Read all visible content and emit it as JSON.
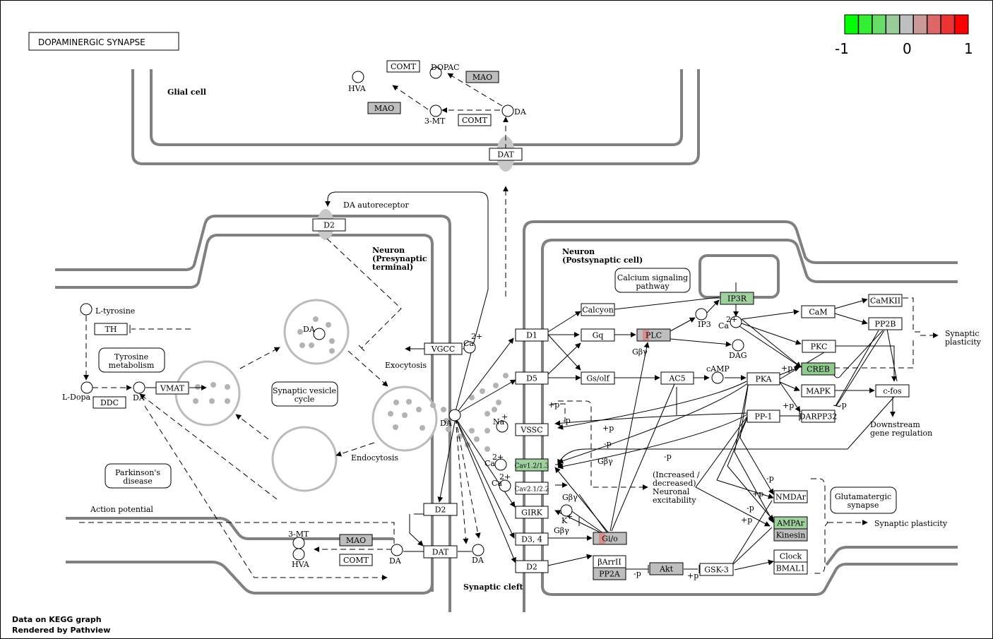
{
  "title": "DOPAMINERGIC SYNAPSE",
  "footer": [
    "Data on KEGG graph",
    "Rendered by Pathview"
  ],
  "legend": {
    "labels": [
      "-1",
      "0",
      "1"
    ],
    "colors": [
      "#00ff00",
      "#33ee33",
      "#66dd66",
      "#99cc99",
      "#bfbfbf",
      "#cc9999",
      "#dd6666",
      "#ee3333",
      "#ff0000"
    ]
  },
  "colors": {
    "gray_gene": "#bebebe",
    "green_gene": "#9ed19e",
    "green_mid": "#8fca8f",
    "red_gene": "#d88d8d",
    "white_gene": "#ffffff",
    "membrane": "#808080",
    "vesicle_dot": "#b3b3b3"
  },
  "regions": {
    "glial": "Glial cell",
    "pre_title": [
      "Neuron",
      "(Presynaptic",
      "terminal)"
    ],
    "post_title": [
      "Neuron",
      "(Postsynaptic cell)"
    ],
    "cleft": "Synaptic cleft"
  },
  "labels": {
    "hva": "HVA",
    "dopac": "DOPAC",
    "da": "DA",
    "mt3": "3-MT",
    "autoreceptor": "DA autoreceptor",
    "ltyrosine": "L-tyrosine",
    "ldopa": "L-Dopa",
    "exocytosis": "Exocytosis",
    "endocytosis": "Endocytosis",
    "action_potential": "Action potential",
    "ca2": "Ca",
    "sup2": "2+",
    "ip3": "IP3",
    "dag": "DAG",
    "camp": "cAMP",
    "na": "Na",
    "supplus": "+",
    "k": "K",
    "gby": "Gβγ",
    "plus_p": "+p",
    "minus_p": "-p",
    "increased": [
      "(Increased /",
      "decreased)",
      "Neuronal",
      "excitability"
    ],
    "synaptic_plasticity": [
      "Synaptic",
      "plasticity"
    ],
    "synaptic_plasticity2": "Synaptic plasticity",
    "downstream": [
      "Downstream",
      "gene regulation"
    ]
  },
  "pathways": {
    "tyrosine": [
      "Tyrosine",
      "metabolism"
    ],
    "vesicle": [
      "Synaptic vesicle",
      "cycle"
    ],
    "parkinson": [
      "Parkinson's",
      "disease"
    ],
    "calcium": [
      "Calcium signaling",
      "pathway"
    ],
    "glutamatergic": [
      "Glutamatergic",
      "synapse"
    ]
  },
  "genes": {
    "comt_glia": "COMT",
    "mao_glia1": "MAO",
    "mao_glia2": "MAO",
    "comt_glia2": "COMT",
    "dat_top": "DAT",
    "d2_auto": "D2",
    "th": "TH",
    "ddc": "DDC",
    "vmat": "VMAT",
    "vgcc": "VGCC",
    "d2_pre": "D2",
    "dat_pre": "DAT",
    "mao_pre": "MAO",
    "comt_pre": "COMT",
    "d1": "D1",
    "d5": "D5",
    "vssc": "VSSC",
    "cav12": "Cav1.2/1.3",
    "cav21": "Cav2.1/2.2",
    "girk": "GIRK",
    "d34": "D3, 4",
    "d2_post": "D2",
    "calcyon": "Calcyon",
    "gq": "Gq",
    "plc": "PLC",
    "gsolf": "Gs/olf",
    "ac5": "AC5",
    "pka": "PKA",
    "pp1": "PP-1",
    "darpp32": "DARPP32",
    "ip3r": "IP3R",
    "cam": "CaM",
    "camkii": "CaMKII",
    "pp2b": "PP2B",
    "pkc": "PKC",
    "creb": "CREB",
    "mapk": "MAPK",
    "cfos": "c-fos",
    "gio": "Gi/o",
    "barrii": "βArrII",
    "pp2a": "PP2A",
    "akt": "Akt",
    "gsk3": "GSK-3",
    "nmdar": "NMDAr",
    "ampar": "AMPAr",
    "kinesin": "Kinesin",
    "clock": "Clock",
    "bmal1": "BMAL1"
  }
}
